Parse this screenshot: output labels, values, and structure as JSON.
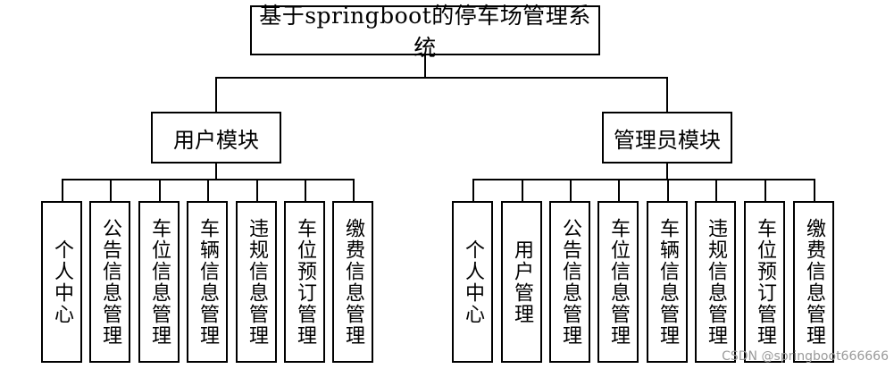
{
  "root": {
    "label": "基于springboot的停车场管理系统"
  },
  "modules": [
    {
      "label": "用户模块",
      "children": [
        "个人中心",
        "公告信息管理",
        "车位信息管理",
        "车辆信息管理",
        "违规信息管理",
        "车位预订管理",
        "缴费信息管理"
      ]
    },
    {
      "label": "管理员模块",
      "children": [
        "个人中心",
        "用户管理",
        "公告信息管理",
        "车位信息管理",
        "车辆信息管理",
        "违规信息管理",
        "车位预订管理",
        "缴费信息管理"
      ]
    }
  ],
  "watermark": "CSDN @springboot666666"
}
